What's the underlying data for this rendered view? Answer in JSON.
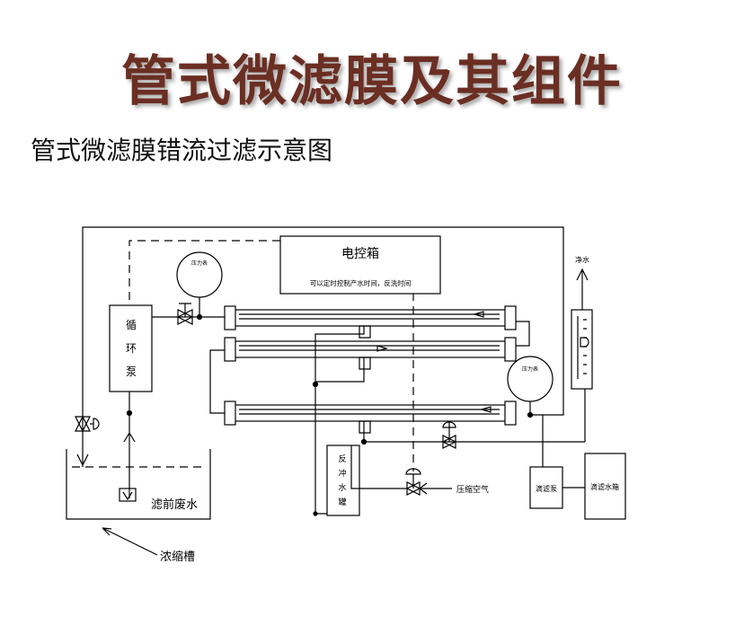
{
  "title": "管式微滤膜及其组件",
  "subtitle": "管式微滤膜错流过滤示意图",
  "diagram": {
    "control_box": {
      "name": "电控箱",
      "note": "可以定时控制产水时间，反洗时间"
    },
    "pressure_gauge_1": "压力表",
    "pressure_gauge_2": "压力表",
    "pump_chars": [
      "循",
      "环",
      "泵"
    ],
    "backwash_tank_chars": [
      "反",
      "冲",
      "水",
      "罐"
    ],
    "clean_water": "净水",
    "compressed_air": "压缩空气",
    "feed_water": "滤前废水",
    "concentrate_tank": "浓缩槽",
    "filtrate_pump": "滴滤泵",
    "filtrate_tank": "滴滤水箱"
  }
}
